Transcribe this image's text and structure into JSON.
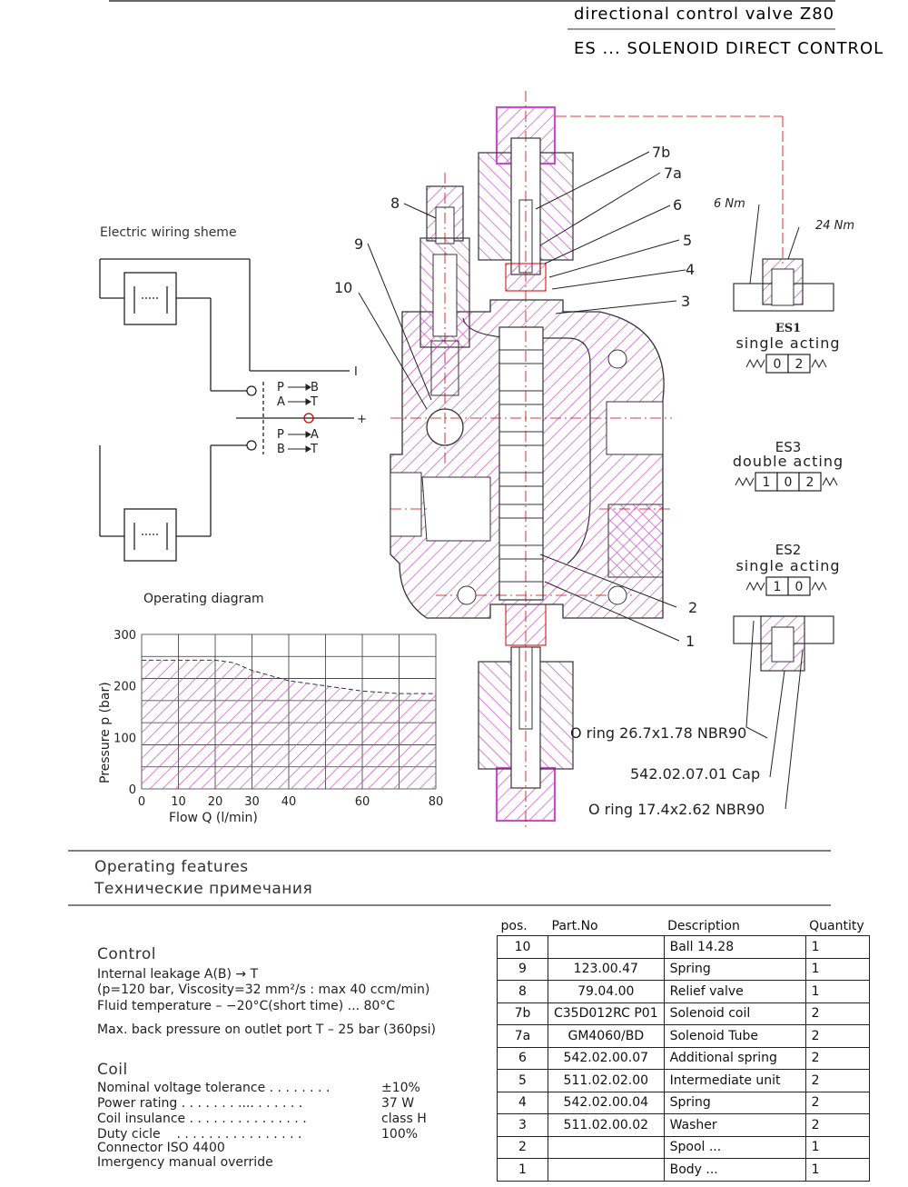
{
  "header": {
    "title": "directional control valve Z80",
    "subtitle": "ES ... SOLENOID DIRECT CONTROL"
  },
  "wiring": {
    "title": "Electric wiring sheme",
    "line1_left": "P",
    "line1_right": "B",
    "line2_left": "A",
    "line2_right": "T",
    "line3_left": "P",
    "line3_right": "A",
    "line4_left": "B",
    "line4_right": "T",
    "term_I": "I",
    "term_plus": "+"
  },
  "operating_diagram": {
    "title": "Operating diagram"
  },
  "chart_data": {
    "type": "area",
    "xlabel": "Flow Q (l/min)",
    "ylabel": "Pressure p (bar)",
    "xlim": [
      0,
      80
    ],
    "ylim": [
      0,
      300
    ],
    "x_ticks": [
      "0",
      "10",
      "20",
      "30",
      "40",
      "60",
      "80"
    ],
    "y_ticks": [
      "0",
      "100",
      "200",
      "300"
    ],
    "x": [
      0,
      10,
      20,
      25,
      30,
      40,
      50,
      60,
      70,
      80
    ],
    "values": [
      250,
      250,
      250,
      245,
      230,
      210,
      200,
      190,
      185,
      185
    ],
    "grid": true
  },
  "callouts": [
    "7b",
    "7a",
    "6",
    "5",
    "4",
    "3",
    "2",
    "1",
    "8",
    "9",
    "10"
  ],
  "torque": {
    "left": "6 Nm",
    "right": "24 Nm"
  },
  "variants": [
    {
      "code": "ES1",
      "mode": "single acting",
      "cells": [
        "0",
        "2"
      ]
    },
    {
      "code": "ES3",
      "mode": "double acting",
      "cells": [
        "1",
        "0",
        "2"
      ]
    },
    {
      "code": "ES2",
      "mode": "single acting",
      "cells": [
        "1",
        "0"
      ]
    }
  ],
  "seal_labels": [
    "O ring 26.7x1.78 NBR90",
    "542.02.07.01 Cap",
    "O ring 17.4x2.62 NBR90"
  ],
  "features": {
    "title_en": "Operating features",
    "title_ru": "Технические примечания"
  },
  "control": {
    "title": "Control",
    "leakage": "Internal leakage A(B) → T",
    "leakage_cond": "(p=120 bar, Viscosity=32 mm²/s : max 40 ccm/min)",
    "fluid_temp": "Fluid temperature – −20°C(short time) ... 80°C",
    "back_pressure": "Max. back pressure on outlet port T – 25 bar (360psi)"
  },
  "coil": {
    "title": "Coil",
    "rows": [
      {
        "label": "Nominal voltage tolerance . . . . . . . .",
        "value": "±10%"
      },
      {
        "label": "Power rating . . . . . . . .... . . . . . .",
        "value": "37 W"
      },
      {
        "label": "Coil insulance . . . . . . . . . . . . . . .",
        "value": "class H"
      },
      {
        "label": "Duty cicle    . . . . . . . . . . . . . . . .",
        "value": "100%"
      }
    ],
    "connector": "Connector ISO 4400",
    "override": "Imergency manual override"
  },
  "parts": {
    "headers": [
      "pos.",
      "Part.No",
      "Description",
      "Quantity"
    ],
    "rows": [
      {
        "pos": "10",
        "part": "",
        "desc": "Ball 14.28",
        "qty": "1"
      },
      {
        "pos": "9",
        "part": "123.00.47",
        "desc": "Spring",
        "qty": "1"
      },
      {
        "pos": "8",
        "part": "79.04.00",
        "desc": "Relief valve",
        "qty": "1"
      },
      {
        "pos": "7b",
        "part": "C35D012RC P01",
        "desc": "Solenoid coil",
        "qty": "2"
      },
      {
        "pos": "7a",
        "part": "GM4060/BD",
        "desc": "Solenoid Tube",
        "qty": "2"
      },
      {
        "pos": "6",
        "part": "542.02.00.07",
        "desc": "Additional spring",
        "qty": "2"
      },
      {
        "pos": "5",
        "part": "511.02.02.00",
        "desc": "Intermediate unit",
        "qty": "2"
      },
      {
        "pos": "4",
        "part": "542.02.00.04",
        "desc": "Spring",
        "qty": "2"
      },
      {
        "pos": "3",
        "part": "511.02.00.02",
        "desc": "Washer",
        "qty": "2"
      },
      {
        "pos": "2",
        "part": "",
        "desc": "Spool ...",
        "qty": "1"
      },
      {
        "pos": "1",
        "part": "",
        "desc": "Body ...",
        "qty": "1"
      }
    ]
  },
  "colors": {
    "hatch": "#c84fc8",
    "ink": "#222222",
    "red": "#d00000"
  }
}
